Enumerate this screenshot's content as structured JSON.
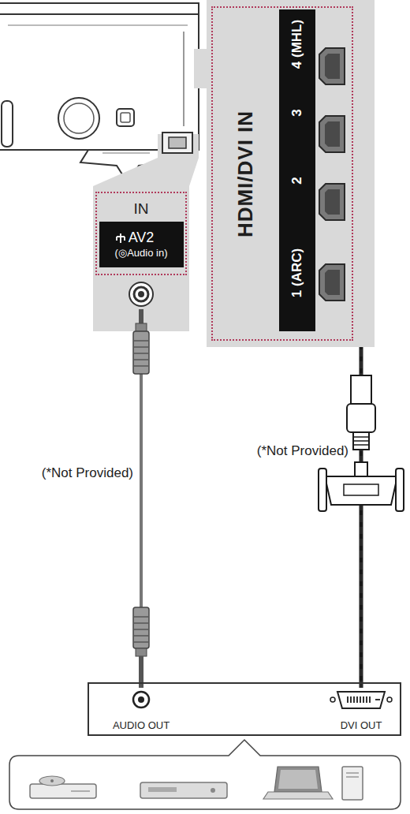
{
  "diagram": {
    "nodes": [
      {
        "text": [
          "HDMI/DVI IN"
        ]
      },
      {
        "text": [
          "4 (MHL)"
        ],
        "in": 0
      },
      {
        "text": [
          "3"
        ],
        "in": 0
      },
      {
        "text": [
          "2"
        ],
        "in": 0
      },
      {
        "text": [
          "1 (ARC)"
        ],
        "in": 0
      },
      {
        "text": [
          "IN"
        ]
      },
      {
        "text": [
          "AV2",
          "(◎Audio in)"
        ],
        "in": 5
      },
      {
        "text": [
          "AUDIO OUT"
        ]
      },
      {
        "text": [
          "DVI OUT"
        ]
      }
    ],
    "edges": [
      {
        "from": 7,
        "to": 5,
        "arrow": "none",
        "label": "(*Not Provided)"
      },
      {
        "from": 8,
        "to": 4,
        "arrow": "to",
        "label": "(*Not Provided)"
      },
      {
        "from": 8,
        "to": 3,
        "arrow": "to"
      },
      {
        "from": 8,
        "to": 2,
        "arrow": "to"
      },
      {
        "from": 8,
        "to": 1,
        "arrow": "to"
      }
    ]
  }
}
